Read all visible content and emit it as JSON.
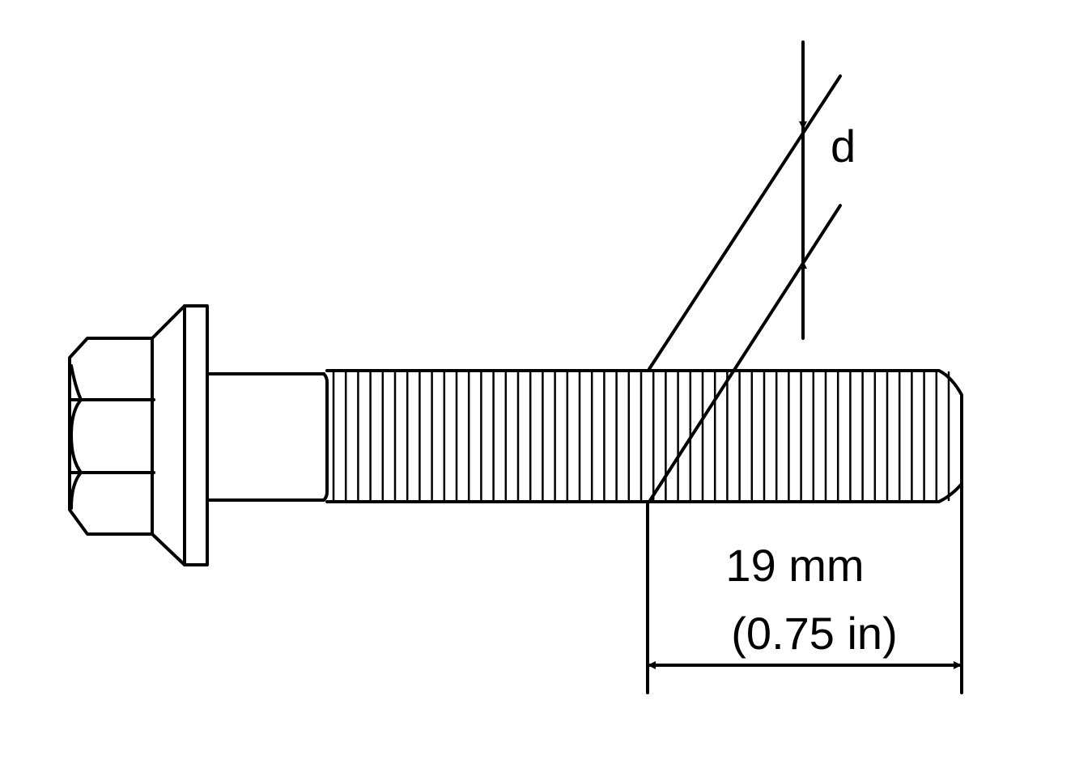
{
  "labels": {
    "depth": "d",
    "length_metric": "19 mm",
    "length_imperial": "(0.75 in)"
  },
  "colors": {
    "line": "#000000",
    "background": "#ffffff"
  },
  "thread_count": 51
}
